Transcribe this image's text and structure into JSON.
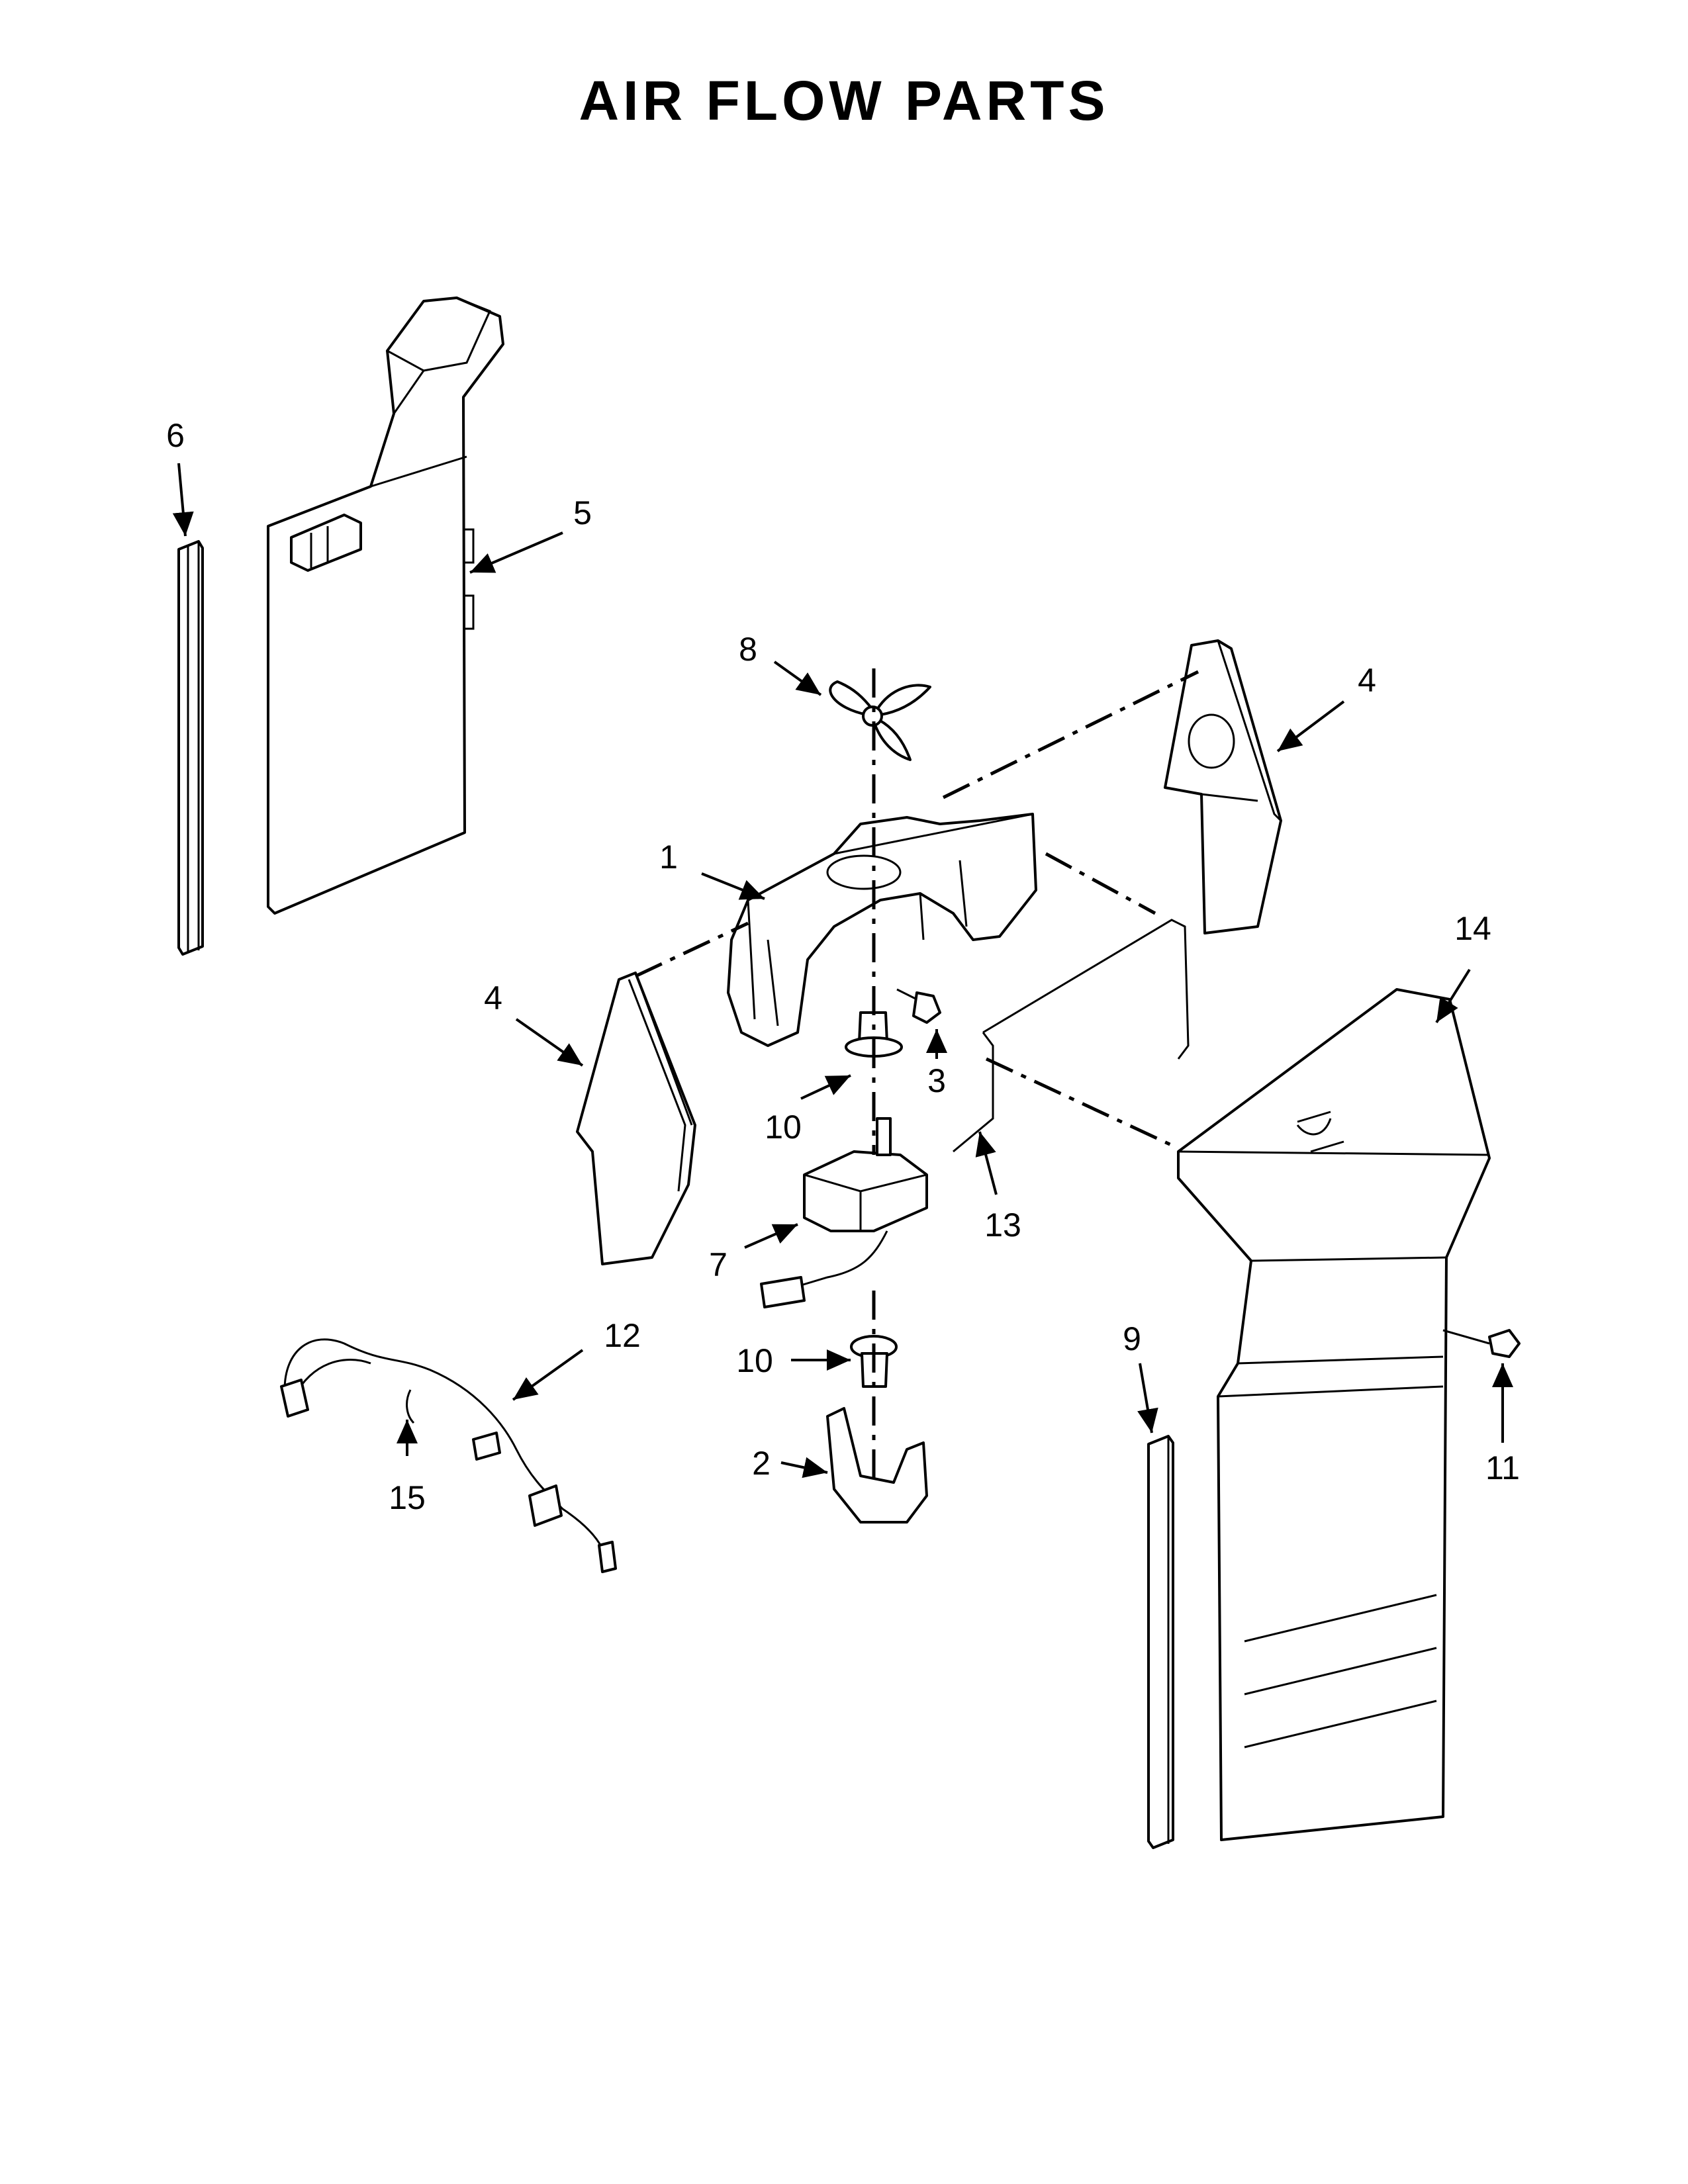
{
  "title": "AIR FLOW PARTS",
  "callouts": {
    "c1": "1",
    "c2": "2",
    "c3": "3",
    "c4_right": "4",
    "c4_left": "4",
    "c5": "5",
    "c6": "6",
    "c7": "7",
    "c8": "8",
    "c9": "9",
    "c10_upper": "10",
    "c10_lower": "10",
    "c11": "11",
    "c12": "12",
    "c13": "13",
    "c14": "14",
    "c15": "15"
  }
}
